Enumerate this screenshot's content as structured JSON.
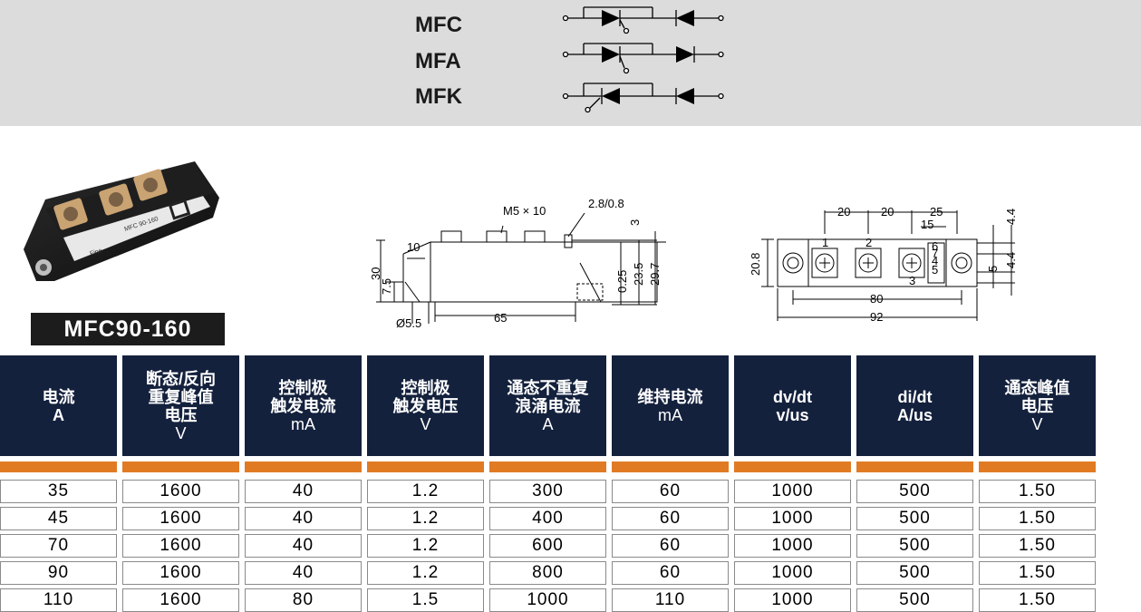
{
  "variants": [
    {
      "label": "MFC"
    },
    {
      "label": "MFA"
    },
    {
      "label": "MFK"
    }
  ],
  "model": "MFC90-160",
  "photo_texts": [
    "MFC 90-160",
    "Fine"
  ],
  "dimensions": {
    "side": {
      "screw": "M5 × 10",
      "terminal": "2.8/0.8",
      "h30": "30",
      "d10": "10",
      "d7_5": "7.5",
      "hole": "Ø5.5",
      "len65": "65",
      "d0_25": "0.25",
      "d23_5": "23.5",
      "d29_7": "29.7",
      "d3": "3"
    },
    "top": {
      "d20a": "20",
      "d20b": "20",
      "d25": "25",
      "d15": "15",
      "d4_4a": "4.4",
      "d4_4b": "4.4",
      "d5": "5",
      "d20_8": "20.8",
      "d80": "80",
      "d92": "92",
      "pins": [
        "1",
        "2",
        "3",
        "4",
        "5",
        "6",
        "7"
      ]
    }
  },
  "table": {
    "headers": [
      {
        "lines": [
          "电流"
        ],
        "unit": "A",
        "unit_bold": true
      },
      {
        "lines": [
          "断态/反向",
          "重复峰值",
          "电压"
        ],
        "unit": "V"
      },
      {
        "lines": [
          "控制极",
          "触发电流"
        ],
        "unit": "mA"
      },
      {
        "lines": [
          "控制极",
          "触发电压"
        ],
        "unit": "V"
      },
      {
        "lines": [
          "通态不重复",
          "浪涌电流"
        ],
        "unit": "A"
      },
      {
        "lines": [
          "维持电流"
        ],
        "unit": "mA"
      },
      {
        "lines": [
          "dv/dt"
        ],
        "unit": "v/us",
        "unit_bold": true
      },
      {
        "lines": [
          "di/dt"
        ],
        "unit": "A/us",
        "unit_bold": true
      },
      {
        "lines": [
          "通态峰值",
          "电压"
        ],
        "unit": "V"
      }
    ],
    "rows": [
      [
        "35",
        "1600",
        "40",
        "1.2",
        "300",
        "60",
        "1000",
        "500",
        "1.50"
      ],
      [
        "45",
        "1600",
        "40",
        "1.2",
        "400",
        "60",
        "1000",
        "500",
        "1.50"
      ],
      [
        "70",
        "1600",
        "40",
        "1.2",
        "600",
        "60",
        "1000",
        "500",
        "1.50"
      ],
      [
        "90",
        "1600",
        "40",
        "1.2",
        "800",
        "60",
        "1000",
        "500",
        "1.50"
      ],
      [
        "110",
        "1600",
        "80",
        "1.5",
        "1000",
        "110",
        "1000",
        "500",
        "1.50"
      ]
    ]
  },
  "colors": {
    "header_bg": "#14213d",
    "accent": "#e07b24",
    "band": "#dcdcdc"
  }
}
